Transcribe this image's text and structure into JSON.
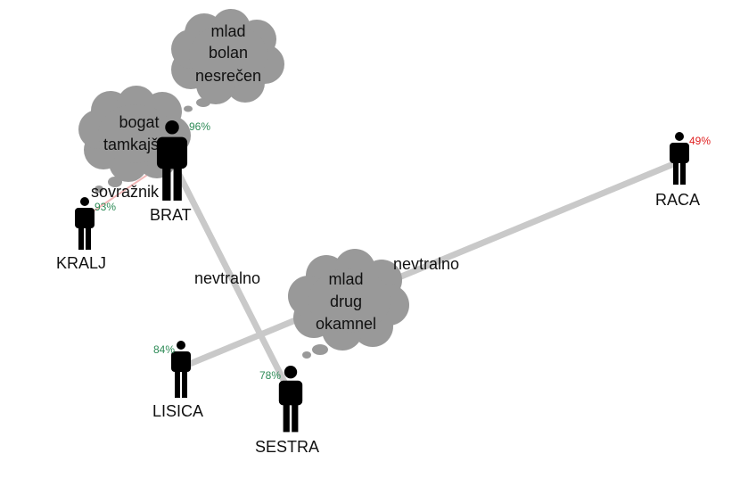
{
  "colors": {
    "edge": "#c9c9c9",
    "edge_hostile": "#f2b8b8",
    "cloud": "#999999",
    "figure": "#000000",
    "pct_high": "#2e8b57",
    "pct_low": "#e02020"
  },
  "characters": [
    {
      "id": "brat",
      "name": "BRAT",
      "pct": "96%",
      "pct_color": "high",
      "size": "large"
    },
    {
      "id": "kralj",
      "name": "KRALJ",
      "pct": "93%",
      "pct_color": "high",
      "size": "small"
    },
    {
      "id": "raca",
      "name": "RACA",
      "pct": "49%",
      "pct_color": "low",
      "size": "small"
    },
    {
      "id": "lisica",
      "name": "LISICA",
      "pct": "84%",
      "pct_color": "high",
      "size": "small"
    },
    {
      "id": "sestra",
      "name": "SESTRA",
      "pct": "78%",
      "pct_color": "high",
      "size": "medium"
    }
  ],
  "relations": [
    {
      "from": "kralj",
      "to": "brat",
      "label": "sovražnik",
      "kind": "hostile"
    },
    {
      "from": "brat",
      "to": "sestra",
      "label": "nevtralno",
      "kind": "neutral"
    },
    {
      "from": "lisica",
      "to": "raca",
      "label": "nevtralno",
      "kind": "neutral"
    }
  ],
  "thoughts": [
    {
      "id": "brat-thought-top",
      "lines": [
        "mlad",
        "bolan",
        "nesrečen"
      ]
    },
    {
      "id": "brat-thought-left",
      "lines": [
        "bogat",
        "tamkajšnji"
      ]
    },
    {
      "id": "sestra-thought",
      "lines": [
        "mlad",
        "drug",
        "okamnel"
      ]
    }
  ]
}
